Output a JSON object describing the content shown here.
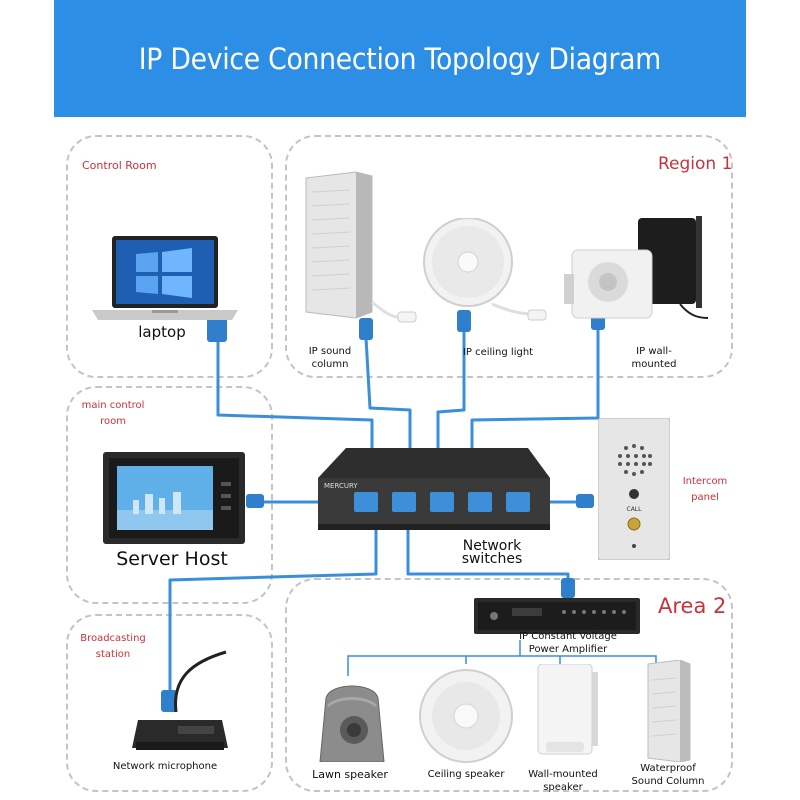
{
  "header": {
    "title": "IP Device Connection Topology Diagram"
  },
  "regions": {
    "control_room": "Control Room",
    "region1": "Region 1",
    "main_control_room": "main control room",
    "broadcasting_station": "Broadcasting station",
    "area2": "Area 2",
    "intercom_panel": "Intercom panel"
  },
  "devices": {
    "laptop": "laptop",
    "ip_sound_column": "IP sound column",
    "ip_ceiling_light": "IP ceiling light",
    "ip_wall_mounted": "IP wall-mounted",
    "server_host": "Server Host",
    "network_switches": "Network switches",
    "amplifier": "IP Constant Voltage Power Amplifier",
    "network_microphone": "Network microphone",
    "lawn_speaker": "Lawn speaker",
    "ceiling_speaker": "Ceiling speaker",
    "wall_mounted_speaker": "Wall-mounted speaker",
    "waterproof_column": "Waterproof Sound Column",
    "switch_brand": "MERCURY",
    "intercom_call": "CALL"
  },
  "colors": {
    "header": "#2d8ee6",
    "region_label": "#c8323a",
    "wire": "#3a8fd8"
  }
}
